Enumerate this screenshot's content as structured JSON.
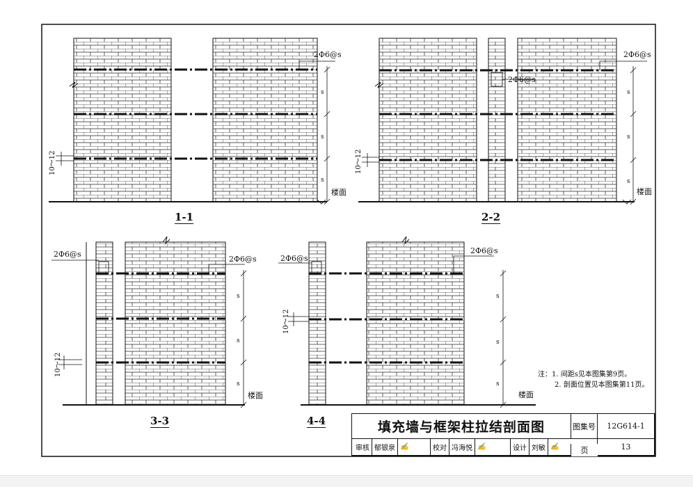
{
  "sections": {
    "s11": "1-1",
    "s22": "2-2",
    "s33": "3-3",
    "s44": "4-4"
  },
  "labels": {
    "rebar": "2Φ6@s",
    "rebar_inner": "2Φ6@s",
    "spacing": "s",
    "tolerance": "10～12",
    "floor": "楼面"
  },
  "notes": {
    "heading": "注：",
    "line1": "1. 间距s见本图集第9页。",
    "line2": "2. 剖面位置见本图集第11页。"
  },
  "title_block": {
    "title": "填充墙与框架柱拉结剖面图",
    "atlas_label": "图集号",
    "atlas_no": "12G614-1",
    "review_label": "审核",
    "reviewer": "郁银泉",
    "check_label": "校对",
    "checker": "冯海悦",
    "design_label": "设计",
    "designer": "刘敏",
    "page_label": "页",
    "page_no": "13"
  }
}
